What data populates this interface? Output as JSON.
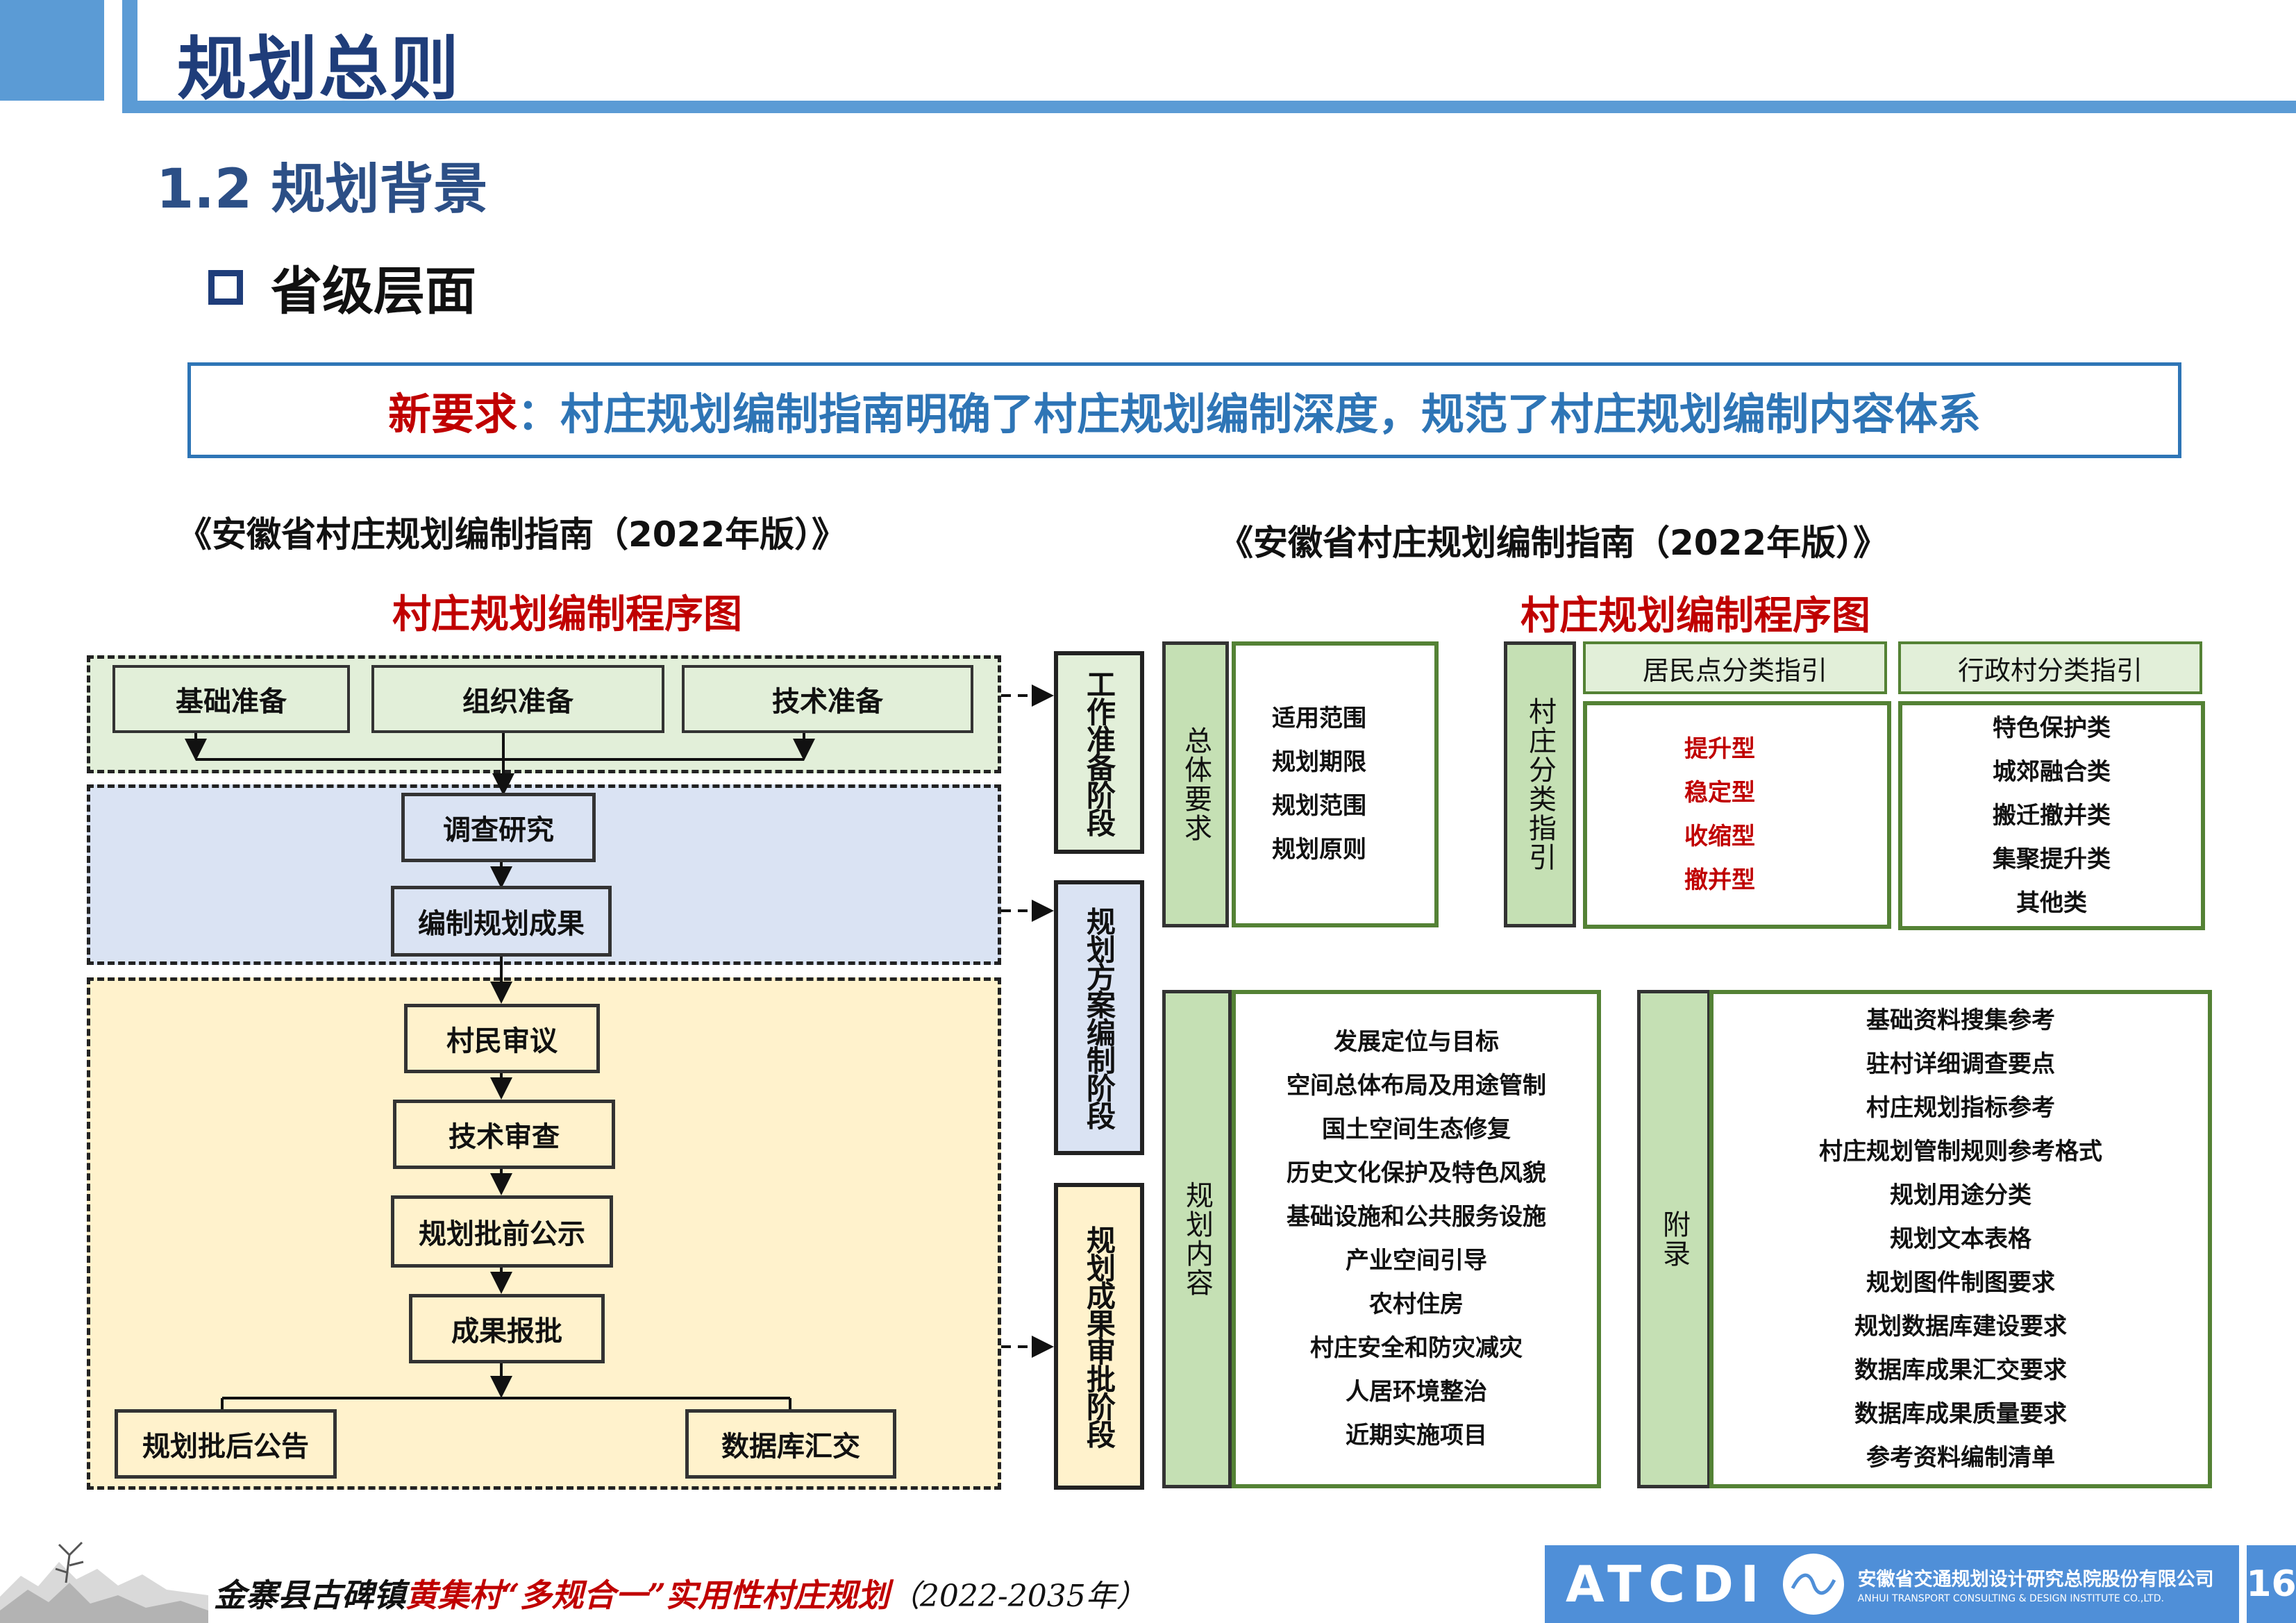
{
  "header": {
    "title": "规划总则"
  },
  "section": {
    "title": "1.2 规划背景"
  },
  "subsection": {
    "title": "省级层面"
  },
  "requirement": {
    "key": "新要求",
    "sep": "：",
    "text": "村庄规划编制指南明确了村庄规划编制深度，规范了村庄规划编制内容体系"
  },
  "left": {
    "doc_title": "《安徽省村庄规划编制指南（2022年版）》",
    "diagram_title": "村庄规划编制程序图",
    "prep": [
      "基础准备",
      "组织准备",
      "技术准备"
    ],
    "research": "调查研究",
    "compile": "编制规划成果",
    "approval_steps": [
      "村民审议",
      "技术审查",
      "规划批前公示",
      "成果报批"
    ],
    "final": [
      "规划批后公告",
      "数据库汇交"
    ],
    "stages": [
      "工作准备阶段",
      "规划方案编制阶段",
      "规划成果审批阶段"
    ]
  },
  "right": {
    "doc_title": "《安徽省村庄规划编制指南（2022年版）》",
    "diagram_title": "村庄规划编制程序图",
    "general": {
      "label": "总体要求",
      "items": [
        "适用范围",
        "规划期限",
        "规划范围",
        "规划原则"
      ]
    },
    "classification": {
      "label": "村庄分类指引",
      "settlement": {
        "header": "居民点分类指引",
        "items": [
          "提升型",
          "稳定型",
          "收缩型",
          "撤并型"
        ]
      },
      "admin": {
        "header": "行政村分类指引",
        "items": [
          "特色保护类",
          "城郊融合类",
          "搬迁撤并类",
          "集聚提升类",
          "其他类"
        ]
      }
    },
    "content": {
      "label": "规划内容",
      "items": [
        "发展定位与目标",
        "空间总体布局及用途管制",
        "国土空间生态修复",
        "历史文化保护及特色风貌",
        "基础设施和公共服务设施",
        "产业空间引导",
        "农村住房",
        "村庄安全和防灾减灾",
        "人居环境整治",
        "近期实施项目"
      ]
    },
    "appendix": {
      "label": "附录",
      "items": [
        "基础资料搜集参考",
        "驻村详细调查要点",
        "村庄规划指标参考",
        "村庄规划管制规则参考格式",
        "规划用途分类",
        "规划文本表格",
        "规划图件制图要求",
        "规划数据库建设要求",
        "数据库成果汇交要求",
        "数据库成果质量要求",
        "参考资料编制清单"
      ]
    }
  },
  "footer": {
    "place": "金寨县古碑镇",
    "project": "黄集村“多规合一”实用性村庄规划",
    "years": "（2022-2035年）",
    "logo_text": "ATCDI",
    "org_cn": "安徽省交通规划设计研究总院股份有限公司",
    "org_en": "ANHUI TRANSPORT CONSULTING & DESIGN INSTITUTE CO.,LTD.",
    "page": "16"
  },
  "colors": {
    "brand_blue": "#5b9bd5",
    "title_navy": "#1f3d7a",
    "accent_red": "#c00000",
    "frame_green": "#548235"
  }
}
